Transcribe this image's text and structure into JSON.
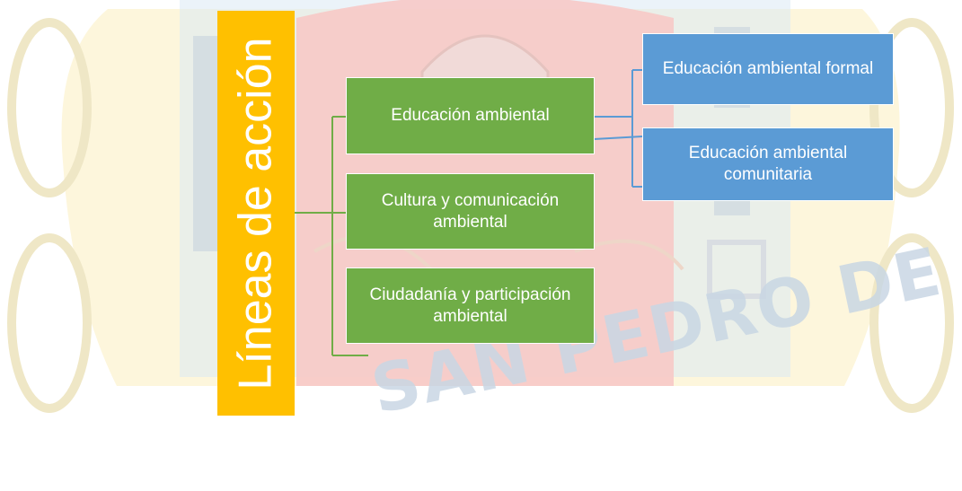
{
  "watermark": {
    "text": "SAN PEDRO DE LLOC"
  },
  "diagram": {
    "root": {
      "label": "Líneas de acción"
    },
    "branches": [
      {
        "label": "Educación ambiental",
        "children": [
          {
            "label": "Educación ambiental formal"
          },
          {
            "label": "Educación ambiental comunitaria"
          }
        ]
      },
      {
        "label": "Cultura y comunicación ambiental"
      },
      {
        "label": "Ciudadanía y participación ambiental"
      }
    ]
  },
  "colors": {
    "root": "#ffc000",
    "branch": "#70ad47",
    "leaf": "#5b9bd5",
    "connector_green": "#70ad47",
    "connector_blue": "#5b9bd5"
  }
}
